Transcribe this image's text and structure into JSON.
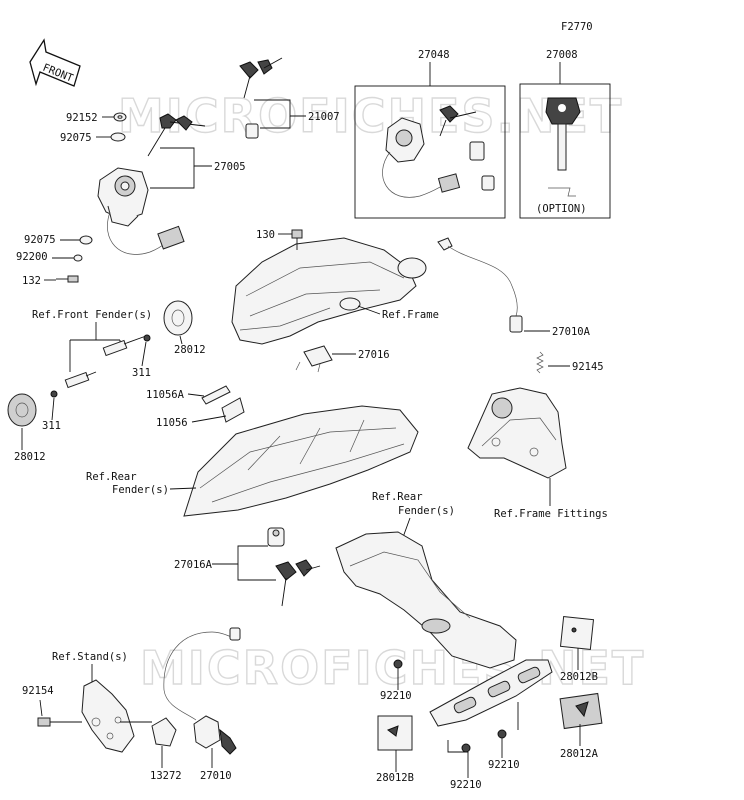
{
  "figure_id": "F2770",
  "watermark": "MICROFICHES.NET",
  "front_arrow_label": "FRONT",
  "option_label": "(OPTION)",
  "callouts": {
    "p92152": "92152",
    "p92075_top": "92075",
    "p27005": "27005",
    "p92075_bottom": "92075",
    "p92200": "92200",
    "p132": "132",
    "p21007": "21007",
    "p27048": "27048",
    "p27008": "27008",
    "p130": "130",
    "ref_frame": "Ref.Frame",
    "ref_front_fender": "Ref.Front Fender(s)",
    "p28012_right": "28012",
    "p311_right": "311",
    "p311_left": "311",
    "p28012_left": "28012",
    "p27016": "27016",
    "p27010A": "27010A",
    "p92145": "92145",
    "p11056A": "11056A",
    "p11056": "11056",
    "ref_rear_fender_left_1": "Ref.Rear",
    "ref_rear_fender_left_2": "Fender(s)",
    "ref_rear_fender_right_1": "Ref.Rear",
    "ref_rear_fender_right_2": "Fender(s)",
    "ref_frame_fittings": "Ref.Frame Fittings",
    "p27016A": "27016A",
    "ref_stand": "Ref.Stand(s)",
    "p92154": "92154",
    "p13272": "13272",
    "p27010": "27010",
    "p92210_left": "92210",
    "p28012B_top": "28012B",
    "p28012B_bottom": "28012B",
    "p92210_bottom": "92210",
    "p92210_right": "92210",
    "p28012A": "28012A"
  }
}
